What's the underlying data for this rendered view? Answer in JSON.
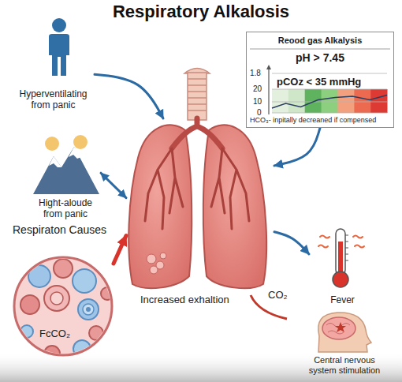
{
  "diagram": {
    "title": "Respiratory Alkalosis",
    "nodes": [
      {
        "text": [
          "Hyperventilating from panic"
        ]
      },
      {
        "text": [
          "Reood gas Alkalysis",
          "pH > 7.45",
          "pCOz < 35 mmHg",
          "1.8",
          "20",
          "10",
          "0",
          "HCO₃- inpitally decreaned if compensed"
        ]
      },
      {
        "text": [
          "Hight-aloude from panic"
        ]
      },
      {
        "text": [
          "Increased exhaltion"
        ]
      },
      {
        "text": [
          "Respiraton Causes",
          "FcCO₂"
        ]
      },
      {
        "text": [
          "Fever"
        ]
      },
      {
        "text": [
          "Central nervous system stimulation"
        ]
      }
    ],
    "edges": [
      {
        "from": 0,
        "to": 3,
        "arrow": "to"
      },
      {
        "from": 2,
        "to": 3,
        "arrow": "both"
      },
      {
        "from": 1,
        "to": 3,
        "arrow": "to"
      },
      {
        "from": 4,
        "to": 3,
        "arrow": "to"
      },
      {
        "from": 3,
        "to": 5,
        "arrow": "to"
      }
    ],
    "labels": [
      "CO₂"
    ]
  }
}
